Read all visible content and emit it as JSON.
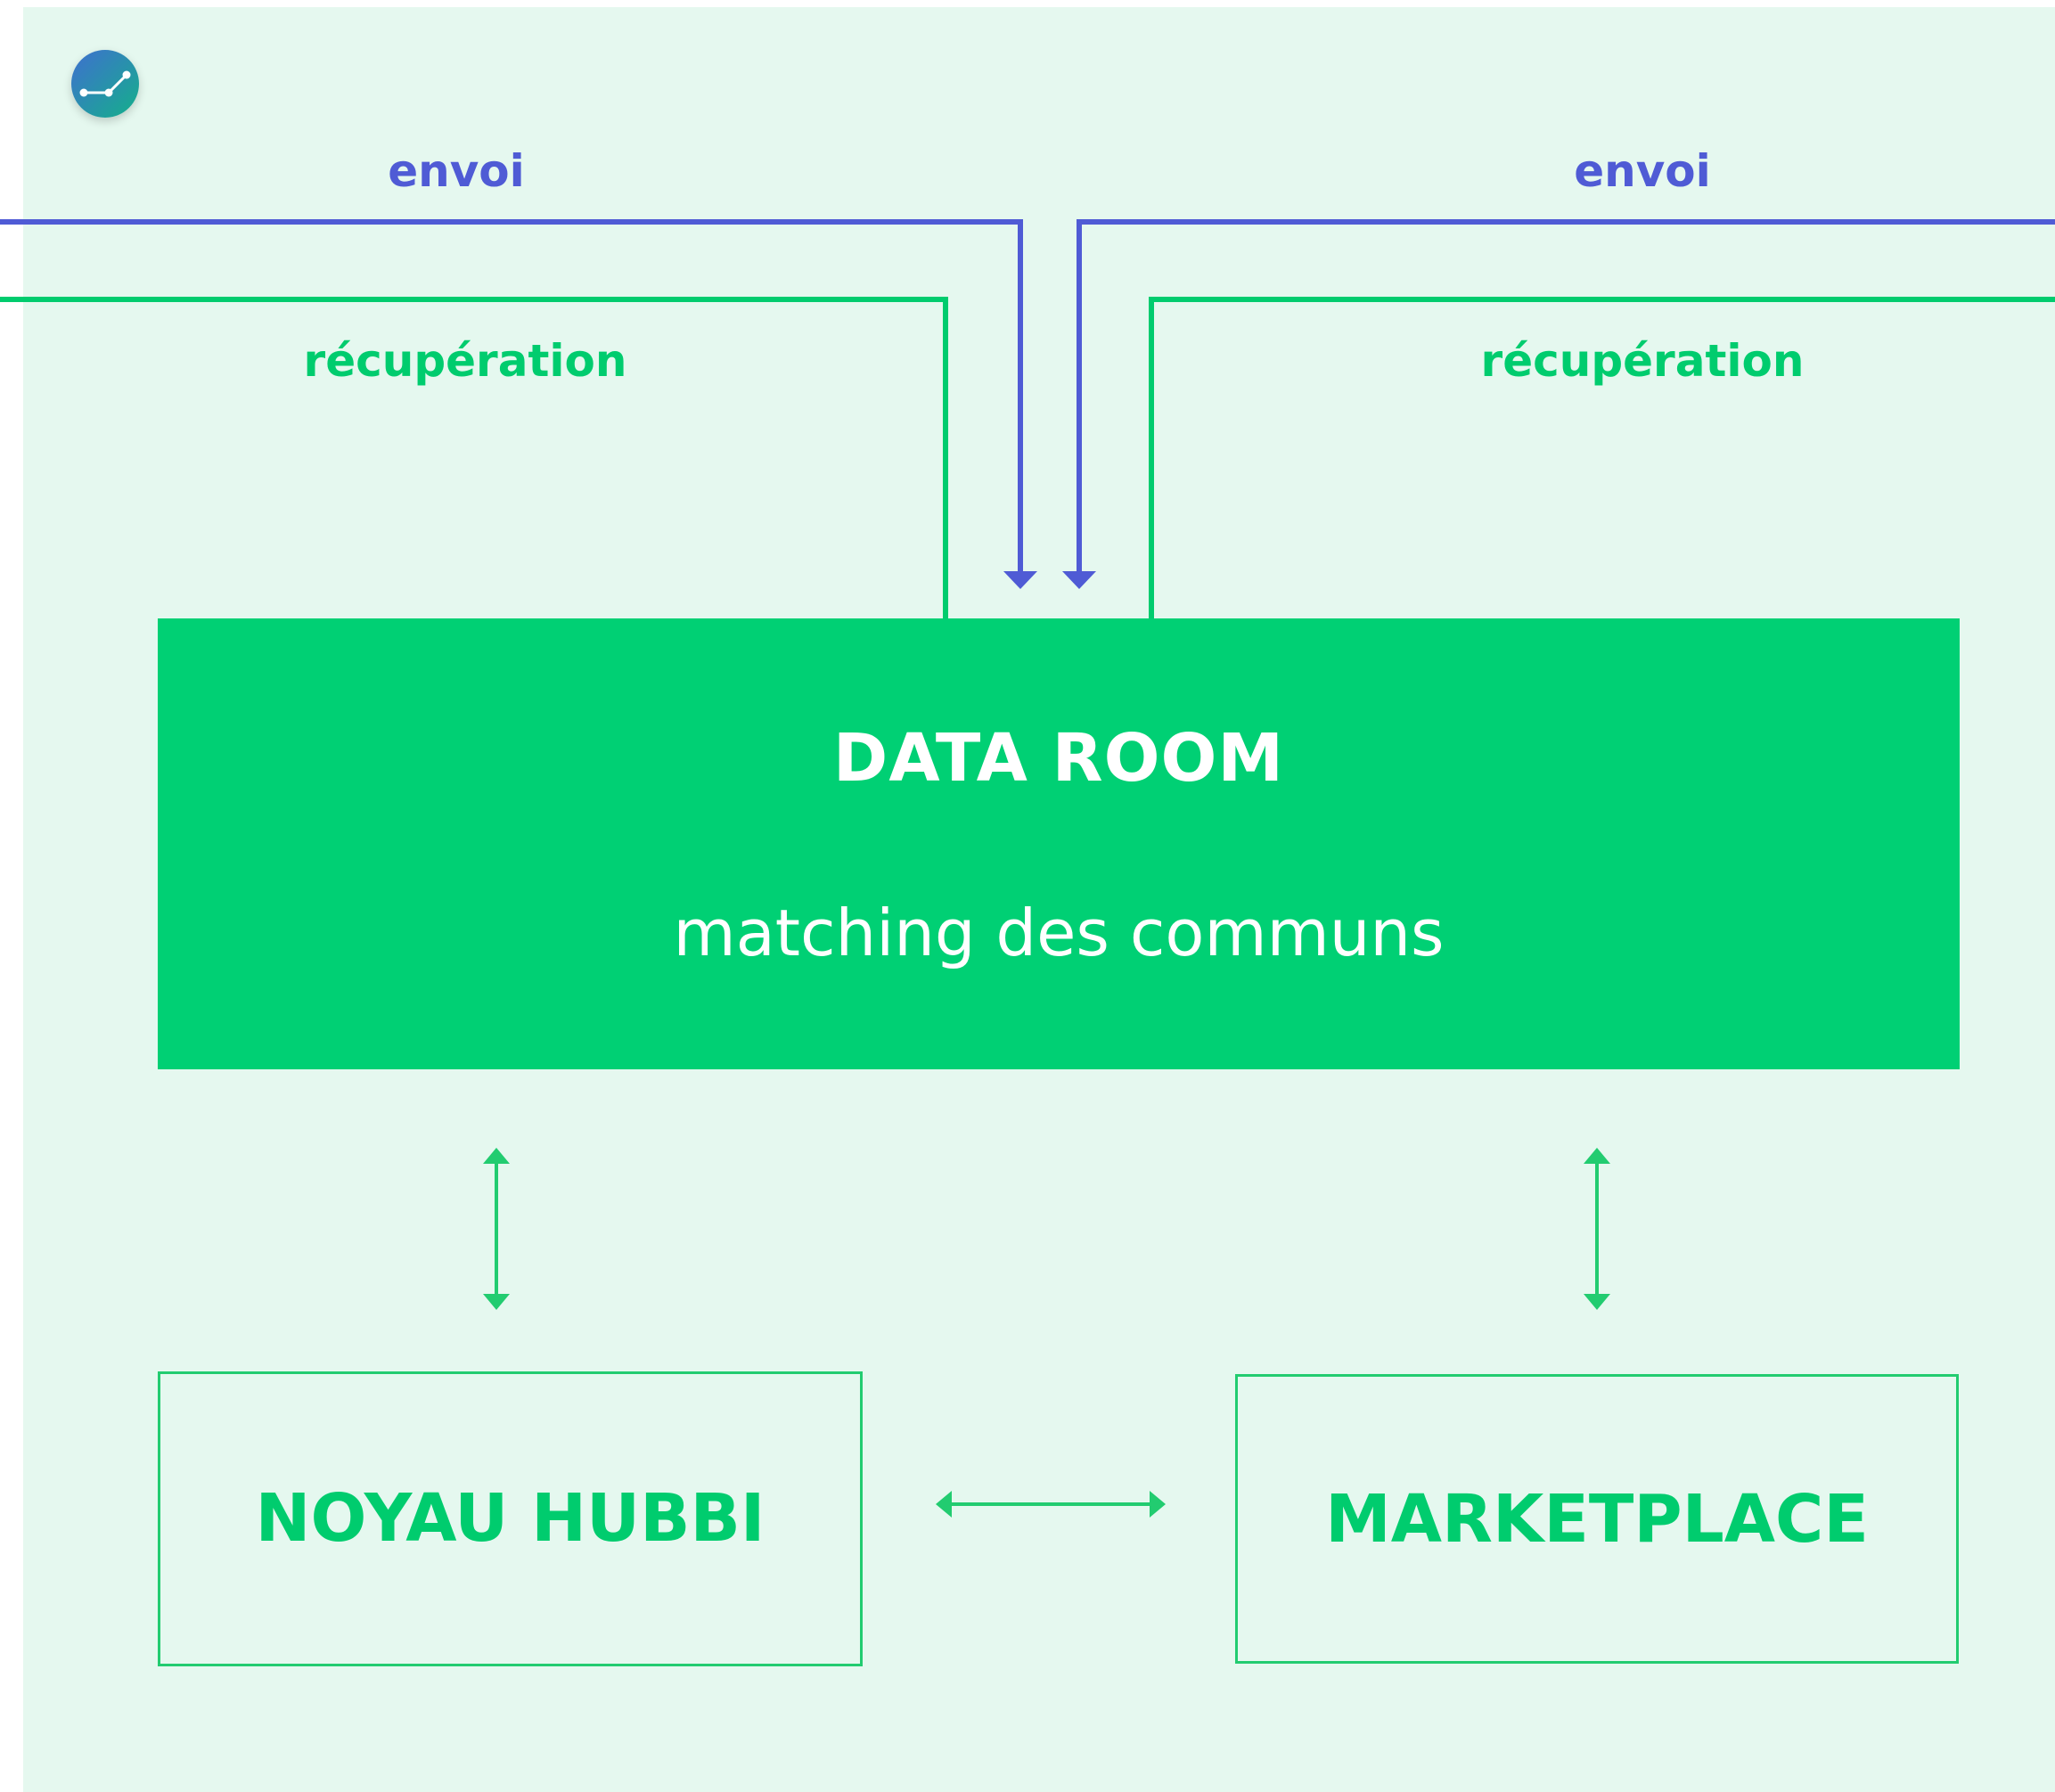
{
  "colors": {
    "background": "#e5f8ef",
    "send_line": "#4f5bd5",
    "retrieve_line": "#00cc6e",
    "dataroom_fill": "#00d074",
    "box_border": "#22cc70",
    "white": "#ffffff"
  },
  "logo": {
    "icon": "graph-nodes-icon"
  },
  "labels": {
    "envoi_left": "envoi",
    "envoi_right": "envoi",
    "recuperation_left": "récupération",
    "recuperation_right": "récupération"
  },
  "dataroom": {
    "title": "DATA ROOM",
    "subtitle": "matching des communs"
  },
  "nodes": {
    "noyau": "NOYAU HUBBI",
    "marketplace": "MARKETPLACE"
  },
  "connectors": {
    "dataroom_noyau": "bidirectional",
    "dataroom_marketplace": "bidirectional",
    "noyau_marketplace": "bidirectional"
  }
}
